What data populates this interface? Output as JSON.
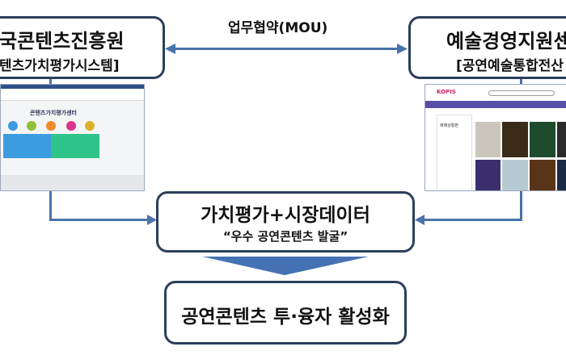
{
  "left_org": {
    "name": "국콘텐츠진흥원",
    "system": "텐츠가치평가시스템]"
  },
  "right_org": {
    "name": "예술경영지원센",
    "system": "[공연예술통합전산"
  },
  "mou_label": "업무협약(MOU)",
  "left_screenshot": {
    "title": "콘텐츠가치평가센터"
  },
  "right_screenshot": {
    "logo": "KOPIS",
    "sidebar_title": "예매상황판"
  },
  "middle": {
    "title": "가치평가+시장데이터",
    "subtitle": "“우수 공연콘텐츠 발굴”"
  },
  "result": {
    "title": "공연콘텐츠 투·융자 활성화"
  },
  "colors": {
    "border": "#2b3f5c",
    "arrow": "#4a72ab",
    "funnel": "#4472b4",
    "kopis_nav": "#5a4fa8"
  }
}
